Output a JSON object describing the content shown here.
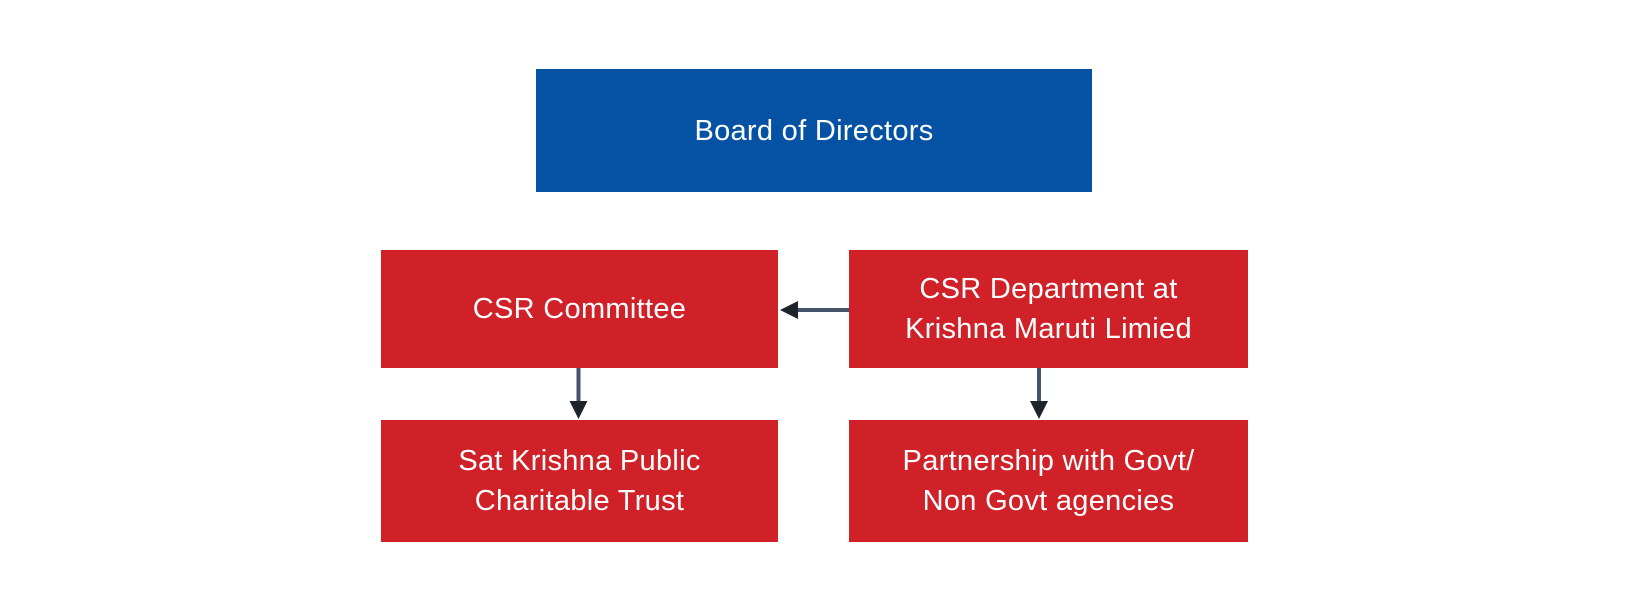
{
  "diagram": {
    "type": "org-chart",
    "nodes": {
      "board": {
        "label": "Board of Directors",
        "color": "#0551a4"
      },
      "committee": {
        "label": "CSR Committee",
        "color": "#d02129"
      },
      "department": {
        "label": "CSR Department at\nKrishna Maruti Limied",
        "color": "#d02129"
      },
      "trust": {
        "label": "Sat Krishna Public\nCharitable Trust",
        "color": "#d02129"
      },
      "partnership": {
        "label": "Partnership with Govt/\nNon Govt agencies",
        "color": "#d02129"
      }
    },
    "edges": [
      {
        "from": "department",
        "to": "committee",
        "arrow_direction": "left"
      },
      {
        "from": "committee",
        "to": "trust",
        "arrow_direction": "down"
      },
      {
        "from": "department",
        "to": "partnership",
        "arrow_direction": "down"
      }
    ]
  },
  "colors": {
    "board-blue": "#0551a4",
    "node-red": "#d02129",
    "connector-line": "#44546a",
    "connector-head": "#1f232b",
    "node-text": "#ffffff",
    "background": "#ffffff"
  }
}
